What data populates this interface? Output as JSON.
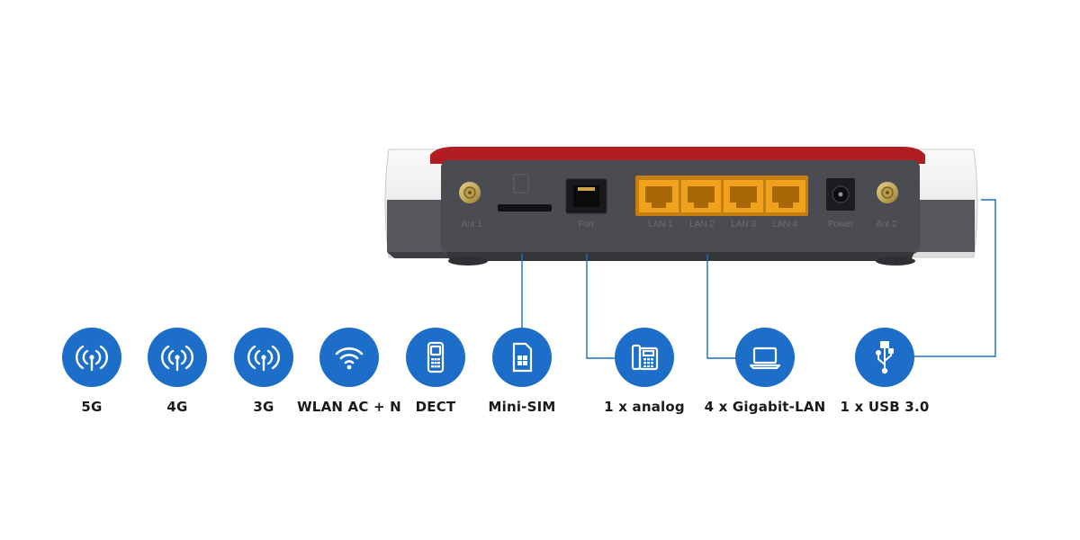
{
  "router": {
    "port_labels": {
      "ant1": "Ant 1",
      "fon": "Fon",
      "lan1": "LAN 1",
      "lan2": "LAN 2",
      "lan3": "LAN 3",
      "lan4": "LAN 4",
      "power": "Power",
      "ant2": "Ant 2"
    }
  },
  "features": [
    {
      "label": "5G",
      "icon": "antenna-signal-icon"
    },
    {
      "label": "4G",
      "icon": "antenna-signal-icon"
    },
    {
      "label": "3G",
      "icon": "antenna-signal-icon"
    },
    {
      "label": "WLAN AC + N",
      "icon": "wifi-icon"
    },
    {
      "label": "DECT",
      "icon": "cordless-phone-icon"
    },
    {
      "label": "Mini-SIM",
      "icon": "sim-card-icon"
    },
    {
      "label": "1 x analog",
      "icon": "desk-phone-icon"
    },
    {
      "label": "4 x Gigabit-LAN",
      "icon": "laptop-icon"
    },
    {
      "label": "1 x USB 3.0",
      "icon": "usb-icon"
    }
  ],
  "colors": {
    "icon_circle": "#1c6ec9",
    "connector_line": "#1c6ec9",
    "router_body": "#4a4c52",
    "router_top": "#b01e24",
    "lan_ports": "#f0a21c"
  }
}
